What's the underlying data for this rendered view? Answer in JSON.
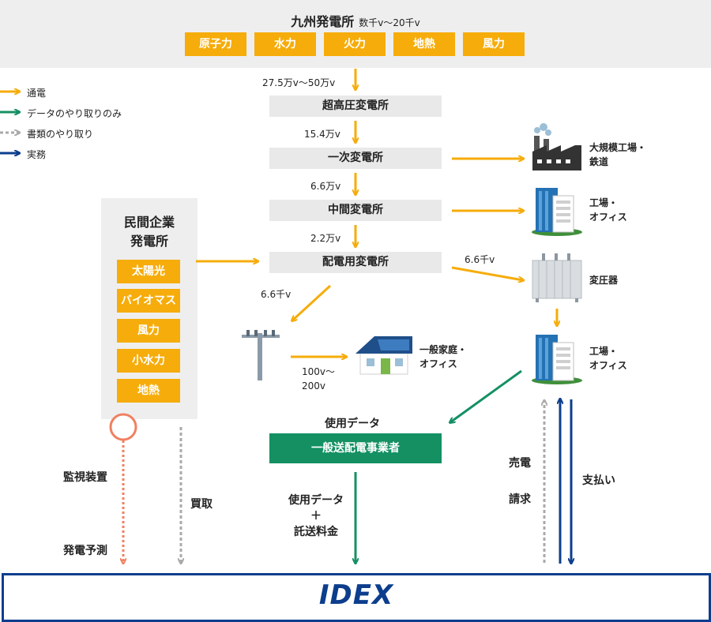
{
  "header": {
    "title": "九州発電所",
    "subtitle": "数千v〜20千v",
    "sources": [
      "原子力",
      "水力",
      "火力",
      "地熱",
      "風力"
    ]
  },
  "legend": [
    {
      "label": "通電",
      "color": "#f6ac0a",
      "style": "solid"
    },
    {
      "label": "データのやり取りのみ",
      "color": "#149063",
      "style": "solid"
    },
    {
      "label": "書類のやり取り",
      "color": "#aaaaaa",
      "style": "dashed"
    },
    {
      "label": "実務",
      "color": "#0d3e8d",
      "style": "solid"
    }
  ],
  "voltages": {
    "v1": "27.5万v〜50万v",
    "v2": "15.4万v",
    "v3": "6.6万v",
    "v4": "2.2万v",
    "v5": "6.6千v",
    "v6": "6.6千v",
    "home_l1": "100v〜",
    "home_l2": "200v"
  },
  "substations": [
    "超高圧変電所",
    "一次変電所",
    "中間変電所",
    "配電用変電所"
  ],
  "consumers": {
    "factory_l1": "大規模工場・",
    "factory_l2": "鉄道",
    "office1_l1": "工場・",
    "office1_l2": "オフィス",
    "transformer": "変圧器",
    "office2_l1": "工場・",
    "office2_l2": "オフィス",
    "home_l1": "一般家庭・",
    "home_l2": "オフィス"
  },
  "private": {
    "title_l1": "民間企業",
    "title_l2": "発電所",
    "sources": [
      "太陽光",
      "バイオマス",
      "風力",
      "小水力",
      "地熱"
    ]
  },
  "operator": {
    "label": "一般送配電事業者",
    "usage_data": "使用データ",
    "bottom_l1": "使用データ",
    "bottom_l2": "＋",
    "bottom_l3": "託送料金"
  },
  "flows": {
    "monitor": "監視装置",
    "forecast": "発電予測",
    "purchase": "買取",
    "sale": "売電",
    "billing": "請求",
    "payment": "支払い"
  },
  "idex": {
    "label": "IDEX"
  },
  "colors": {
    "power": "#f6ac0a",
    "data": "#149063",
    "docs": "#aaaaaa",
    "work": "#0d3e8d",
    "monitor": "#f08060"
  }
}
